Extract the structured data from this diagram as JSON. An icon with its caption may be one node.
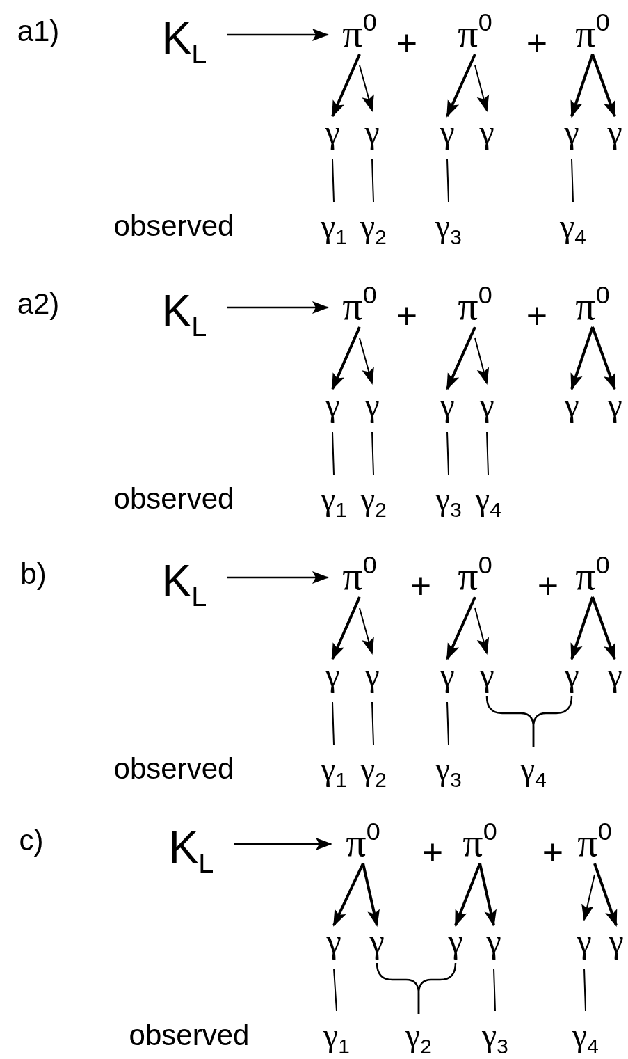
{
  "diagram": {
    "nodes": [
      {
        "text": [
          "K$_{L}$"
        ]
      },
      {
        "text": [
          "π$^{0}$"
        ]
      },
      {
        "text": [
          "π$^{0}$"
        ]
      },
      {
        "text": [
          "π$^{0}$"
        ]
      },
      {
        "text": [
          "γ"
        ]
      },
      {
        "text": [
          "γ"
        ]
      },
      {
        "text": [
          "γ"
        ]
      },
      {
        "text": [
          "γ"
        ]
      },
      {
        "text": [
          "γ"
        ]
      },
      {
        "text": [
          "γ"
        ]
      },
      {
        "text": [
          "γ$_{1}$"
        ]
      },
      {
        "text": [
          "γ$_{2}$"
        ]
      },
      {
        "text": [
          "γ$_{3}$"
        ]
      },
      {
        "text": [
          "γ$_{4}$"
        ]
      },
      {
        "text": [
          "K$_{L}$"
        ]
      },
      {
        "text": [
          "π$^{0}$"
        ]
      },
      {
        "text": [
          "π$^{0}$"
        ]
      },
      {
        "text": [
          "π$^{0}$"
        ]
      },
      {
        "text": [
          "γ"
        ]
      },
      {
        "text": [
          "γ"
        ]
      },
      {
        "text": [
          "γ"
        ]
      },
      {
        "text": [
          "γ"
        ]
      },
      {
        "text": [
          "γ"
        ]
      },
      {
        "text": [
          "γ"
        ]
      },
      {
        "text": [
          "γ$_{1}$"
        ]
      },
      {
        "text": [
          "γ$_{2}$"
        ]
      },
      {
        "text": [
          "γ$_{3}$"
        ]
      },
      {
        "text": [
          "γ$_{4}$"
        ]
      },
      {
        "text": [
          "K$_{L}$"
        ]
      },
      {
        "text": [
          "π$^{0}$"
        ]
      },
      {
        "text": [
          "π$^{0}$"
        ]
      },
      {
        "text": [
          "π$^{0}$"
        ]
      },
      {
        "text": [
          "γ"
        ]
      },
      {
        "text": [
          "γ"
        ]
      },
      {
        "text": [
          "γ"
        ]
      },
      {
        "text": [
          "γ"
        ]
      },
      {
        "text": [
          "γ"
        ]
      },
      {
        "text": [
          "γ"
        ]
      },
      {
        "text": [
          "γ$_{1}$"
        ]
      },
      {
        "text": [
          "γ$_{2}$"
        ]
      },
      {
        "text": [
          "γ$_{3}$"
        ]
      },
      {
        "text": [
          "γ$_{4}$"
        ]
      },
      {
        "text": [
          "K$_{L}$"
        ]
      },
      {
        "text": [
          "π$^{0}$"
        ]
      },
      {
        "text": [
          "π$^{0}$"
        ]
      },
      {
        "text": [
          "π$^{0}$"
        ]
      },
      {
        "text": [
          "γ"
        ]
      },
      {
        "text": [
          "γ"
        ]
      },
      {
        "text": [
          "γ"
        ]
      },
      {
        "text": [
          "γ"
        ]
      },
      {
        "text": [
          "γ"
        ]
      },
      {
        "text": [
          "γ"
        ]
      },
      {
        "text": [
          "γ$_{1}$"
        ]
      },
      {
        "text": [
          "γ$_{2}$"
        ]
      },
      {
        "text": [
          "γ$_{3}$"
        ]
      },
      {
        "text": [
          "γ$_{4}$"
        ]
      }
    ],
    "edges": [
      {
        "from": 0,
        "to": 1,
        "arrow": "to"
      },
      {
        "from": 1,
        "to": 4,
        "arrow": "to"
      },
      {
        "from": 1,
        "to": 5,
        "arrow": "to"
      },
      {
        "from": 2,
        "to": 6,
        "arrow": "to"
      },
      {
        "from": 2,
        "to": 7,
        "arrow": "to"
      },
      {
        "from": 3,
        "to": 8,
        "arrow": "to"
      },
      {
        "from": 3,
        "to": 9,
        "arrow": "to"
      },
      {
        "from": 4,
        "to": 10,
        "arrow": "none"
      },
      {
        "from": 5,
        "to": 11,
        "arrow": "none"
      },
      {
        "from": 6,
        "to": 12,
        "arrow": "none"
      },
      {
        "from": 8,
        "to": 13,
        "arrow": "none"
      },
      {
        "from": 14,
        "to": 15,
        "arrow": "to"
      },
      {
        "from": 15,
        "to": 18,
        "arrow": "to"
      },
      {
        "from": 15,
        "to": 19,
        "arrow": "to"
      },
      {
        "from": 16,
        "to": 20,
        "arrow": "to"
      },
      {
        "from": 16,
        "to": 21,
        "arrow": "to"
      },
      {
        "from": 17,
        "to": 22,
        "arrow": "to"
      },
      {
        "from": 17,
        "to": 23,
        "arrow": "to"
      },
      {
        "from": 18,
        "to": 24,
        "arrow": "none"
      },
      {
        "from": 19,
        "to": 25,
        "arrow": "none"
      },
      {
        "from": 20,
        "to": 26,
        "arrow": "none"
      },
      {
        "from": 21,
        "to": 27,
        "arrow": "none"
      },
      {
        "from": 28,
        "to": 29,
        "arrow": "to"
      },
      {
        "from": 29,
        "to": 32,
        "arrow": "to"
      },
      {
        "from": 29,
        "to": 33,
        "arrow": "to"
      },
      {
        "from": 30,
        "to": 34,
        "arrow": "to"
      },
      {
        "from": 30,
        "to": 35,
        "arrow": "to"
      },
      {
        "from": 31,
        "to": 36,
        "arrow": "to"
      },
      {
        "from": 31,
        "to": 37,
        "arrow": "to"
      },
      {
        "from": 32,
        "to": 38,
        "arrow": "none"
      },
      {
        "from": 33,
        "to": 39,
        "arrow": "none"
      },
      {
        "from": 34,
        "to": 40,
        "arrow": "none"
      },
      {
        "from": 35,
        "to": 41,
        "arrow": "none"
      },
      {
        "from": 36,
        "to": 41,
        "arrow": "none"
      },
      {
        "from": 42,
        "to": 43,
        "arrow": "to"
      },
      {
        "from": 43,
        "to": 46,
        "arrow": "to"
      },
      {
        "from": 43,
        "to": 47,
        "arrow": "to"
      },
      {
        "from": 44,
        "to": 48,
        "arrow": "to"
      },
      {
        "from": 44,
        "to": 49,
        "arrow": "to"
      },
      {
        "from": 45,
        "to": 50,
        "arrow": "to"
      },
      {
        "from": 45,
        "to": 51,
        "arrow": "to"
      },
      {
        "from": 46,
        "to": 52,
        "arrow": "none"
      },
      {
        "from": 47,
        "to": 53,
        "arrow": "none"
      },
      {
        "from": 48,
        "to": 53,
        "arrow": "none"
      },
      {
        "from": 49,
        "to": 54,
        "arrow": "none"
      },
      {
        "from": 50,
        "to": 55,
        "arrow": "none"
      }
    ],
    "labels": [
      "a1)",
      "+",
      "+",
      "observed",
      "a2)",
      "+",
      "+",
      "observed",
      "b)",
      "+",
      "+",
      "observed",
      "c)",
      "+",
      "+",
      "observed"
    ]
  }
}
